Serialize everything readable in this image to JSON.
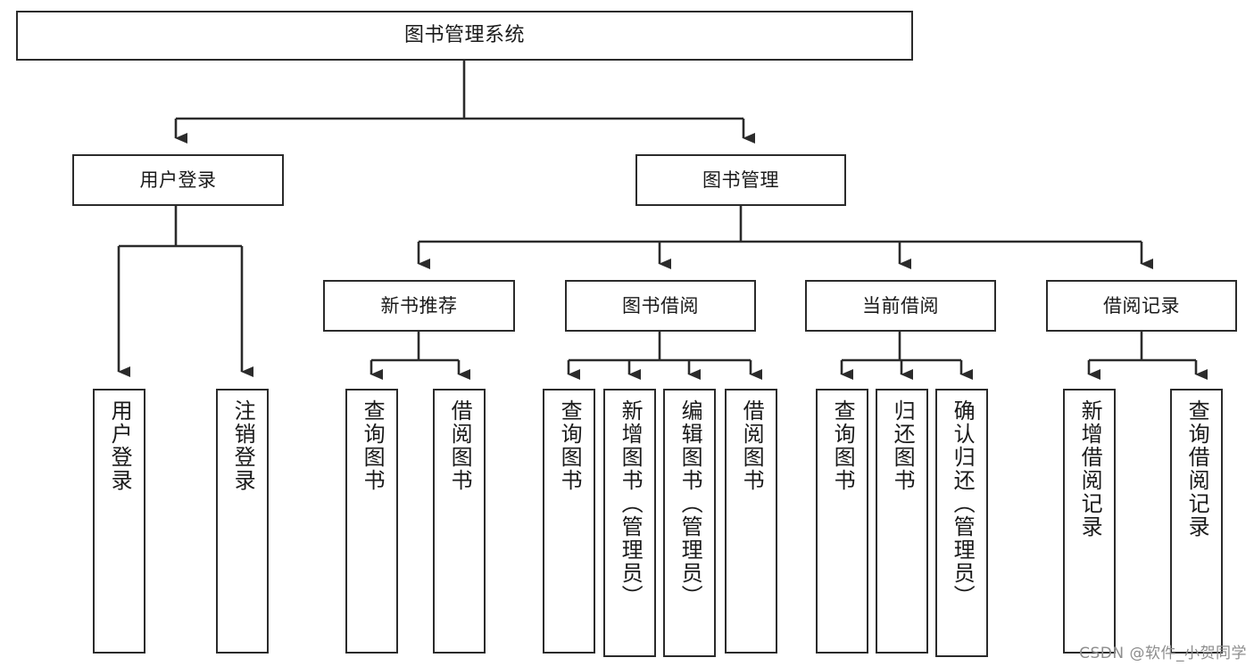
{
  "diagram": {
    "type": "tree-hierarchy-chart",
    "title": "图书管理系统",
    "stroke_color": "#2b2b2b",
    "fill_color": "#ffffff",
    "text_color": "#1a1a1a",
    "nodes": {
      "root": {
        "label": "图书管理系统",
        "level": 1
      },
      "l2": [
        {
          "id": "user-login",
          "label": "用户登录",
          "level": 2
        },
        {
          "id": "book-manage",
          "label": "图书管理",
          "level": 2
        }
      ],
      "l3": [
        {
          "id": "new-book-recommend",
          "label": "新书推荐",
          "level": 3,
          "parent": "book-manage"
        },
        {
          "id": "book-borrow",
          "label": "图书借阅",
          "level": 3,
          "parent": "book-manage"
        },
        {
          "id": "current-borrow",
          "label": "当前借阅",
          "level": 3,
          "parent": "book-manage"
        },
        {
          "id": "borrow-record",
          "label": "借阅记录",
          "level": 3,
          "parent": "book-manage"
        }
      ],
      "leaves": [
        {
          "id": "leaf-user-login",
          "label": "用户登录",
          "parent": "user-login"
        },
        {
          "id": "leaf-logout",
          "label": "注销登录",
          "parent": "user-login"
        },
        {
          "id": "leaf-query-book-1",
          "label": "查询图书",
          "parent": "new-book-recommend"
        },
        {
          "id": "leaf-borrow-book-1",
          "label": "借阅图书",
          "parent": "new-book-recommend"
        },
        {
          "id": "leaf-query-book-2",
          "label": "查询图书",
          "parent": "book-borrow"
        },
        {
          "id": "leaf-add-book",
          "label": "新增图书（管理员）",
          "parent": "book-borrow"
        },
        {
          "id": "leaf-edit-book",
          "label": "编辑图书（管理员）",
          "parent": "book-borrow"
        },
        {
          "id": "leaf-borrow-book-2",
          "label": "借阅图书",
          "parent": "book-borrow"
        },
        {
          "id": "leaf-query-book-3",
          "label": "查询图书",
          "parent": "current-borrow"
        },
        {
          "id": "leaf-return-book",
          "label": "归还图书",
          "parent": "current-borrow"
        },
        {
          "id": "leaf-confirm-return",
          "label": "确认归还（管理员）",
          "parent": "current-borrow"
        },
        {
          "id": "leaf-add-record",
          "label": "新增借阅记录",
          "parent": "borrow-record"
        },
        {
          "id": "leaf-query-record",
          "label": "查询借阅记录",
          "parent": "borrow-record"
        }
      ]
    }
  },
  "watermark": {
    "text": "CSDN @软件_小贺同学"
  }
}
